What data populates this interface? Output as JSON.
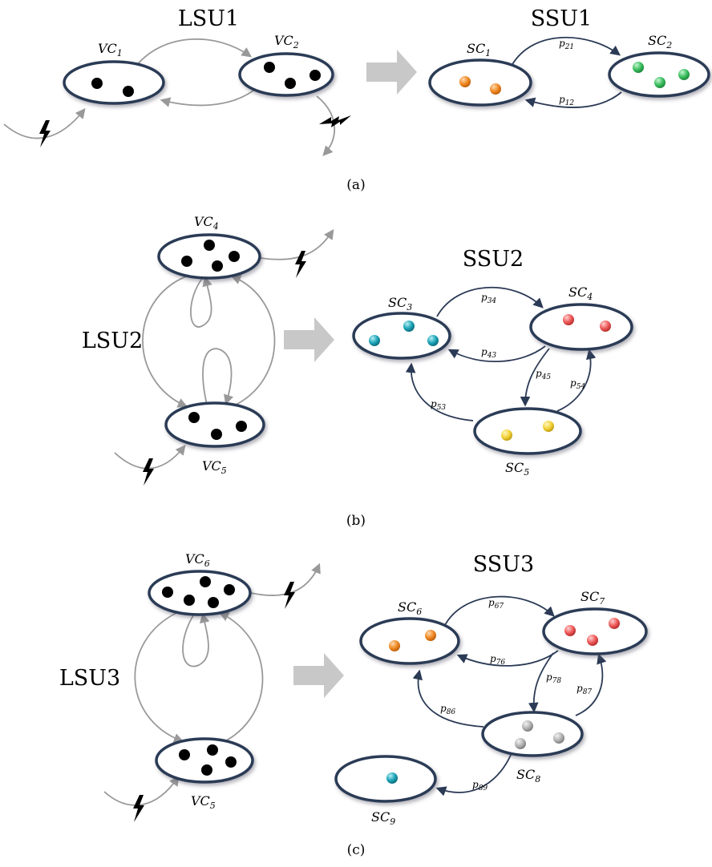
{
  "titles": {
    "lsu1": "LSU1",
    "ssu1": "SSU1",
    "lsu2": "LSU2",
    "ssu2": "SSU2",
    "lsu3": "LSU3",
    "ssu3": "SSU3"
  },
  "captions": {
    "a": "(a)",
    "b": "(b)",
    "c": "(c)"
  },
  "vc_labels": {
    "vc1": {
      "base": "VC",
      "sub": "1"
    },
    "vc2": {
      "base": "VC",
      "sub": "2"
    },
    "vc4": {
      "base": "VC",
      "sub": "4"
    },
    "vc5_b": {
      "base": "VC",
      "sub": "5"
    },
    "vc6": {
      "base": "VC",
      "sub": "6"
    },
    "vc5_c": {
      "base": "VC",
      "sub": "5"
    }
  },
  "sc_labels": {
    "sc1": {
      "base": "SC",
      "sub": "1"
    },
    "sc2": {
      "base": "SC",
      "sub": "2"
    },
    "sc3": {
      "base": "SC",
      "sub": "3"
    },
    "sc4": {
      "base": "SC",
      "sub": "4"
    },
    "sc5": {
      "base": "SC",
      "sub": "5"
    },
    "sc6": {
      "base": "SC",
      "sub": "6"
    },
    "sc7": {
      "base": "SC",
      "sub": "7"
    },
    "sc8": {
      "base": "SC",
      "sub": "8"
    },
    "sc9": {
      "base": "SC",
      "sub": "9"
    }
  },
  "transition_labels": {
    "p21": {
      "base": "p",
      "sub": "21"
    },
    "p12": {
      "base": "p",
      "sub": "12"
    },
    "p34": {
      "base": "p",
      "sub": "34"
    },
    "p43": {
      "base": "p",
      "sub": "43"
    },
    "p45": {
      "base": "p",
      "sub": "45"
    },
    "p54": {
      "base": "p",
      "sub": "54"
    },
    "p53": {
      "base": "p",
      "sub": "53"
    },
    "p67": {
      "base": "p",
      "sub": "67"
    },
    "p76": {
      "base": "p",
      "sub": "76"
    },
    "p78": {
      "base": "p",
      "sub": "78"
    },
    "p87": {
      "base": "p",
      "sub": "87"
    },
    "p86": {
      "base": "p",
      "sub": "86"
    },
    "p89": {
      "base": "p",
      "sub": "89"
    }
  },
  "colors": {
    "ellipse_stroke": "#2b3a55",
    "gray_arrow": "#999999",
    "big_arrow": "#c8c8c8",
    "sc1": "#f08a24",
    "sc2": "#3cc060",
    "sc3": "#1ba5b8",
    "sc4": "#ef5a5a",
    "sc5": "#f3d23a",
    "sc6": "#f08a24",
    "sc7": "#ef5a5a",
    "sc8": "#b3b3b3",
    "sc9": "#1ba5b8"
  },
  "icons": [
    "lightning-bolt-icon",
    "big-right-arrow-icon"
  ]
}
